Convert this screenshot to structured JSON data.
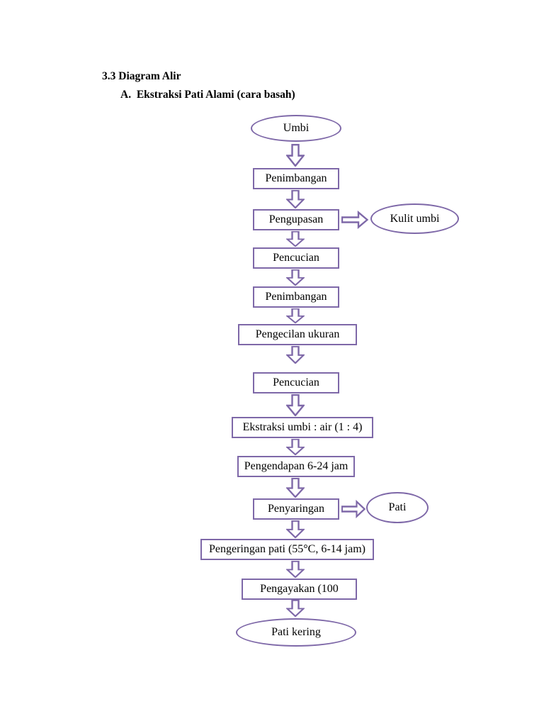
{
  "page": {
    "section_title": "3.3 Diagram Alir",
    "section_subtitle": "A.  Ekstraksi Pati Alami (cara basah)"
  },
  "colors": {
    "outline": "#7E68A8",
    "text": "#000000",
    "background": "#FFFFFF"
  },
  "flowchart": {
    "nodes": [
      {
        "id": "umbi",
        "shape": "ellipse",
        "label": "Umbi"
      },
      {
        "id": "penimbangan-1",
        "shape": "rect",
        "label": "Penimbangan"
      },
      {
        "id": "pengupasan",
        "shape": "rect",
        "label": "Pengupasan"
      },
      {
        "id": "kulit-umbi",
        "shape": "ellipse",
        "label": "Kulit umbi"
      },
      {
        "id": "pencucian-1",
        "shape": "rect",
        "label": "Pencucian"
      },
      {
        "id": "penimbangan-2",
        "shape": "rect",
        "label": "Penimbangan"
      },
      {
        "id": "pengecilan-ukuran",
        "shape": "rect",
        "label": "Pengecilan ukuran"
      },
      {
        "id": "pencucian-2",
        "shape": "rect",
        "label": "Pencucian"
      },
      {
        "id": "ekstraksi",
        "shape": "rect",
        "label": "Ekstraksi umbi : air (1 : 4)"
      },
      {
        "id": "pengendapan",
        "shape": "rect",
        "label": "Pengendapan 6-24 jam"
      },
      {
        "id": "penyaringan",
        "shape": "rect",
        "label": "Penyaringan"
      },
      {
        "id": "pati",
        "shape": "ellipse",
        "label": "Pati"
      },
      {
        "id": "pengeringan",
        "shape": "rect",
        "label": "Pengeringan pati (55°C, 6-14 jam)"
      },
      {
        "id": "pengayakan",
        "shape": "rect",
        "label": "Pengayakan (100"
      },
      {
        "id": "pati-kering",
        "shape": "ellipse",
        "label": "Pati kering"
      }
    ],
    "edges": [
      {
        "from": "umbi",
        "to": "penimbangan-1",
        "direction": "down"
      },
      {
        "from": "penimbangan-1",
        "to": "pengupasan",
        "direction": "down"
      },
      {
        "from": "pengupasan",
        "to": "kulit-umbi",
        "direction": "right"
      },
      {
        "from": "pengupasan",
        "to": "pencucian-1",
        "direction": "down"
      },
      {
        "from": "pencucian-1",
        "to": "penimbangan-2",
        "direction": "down"
      },
      {
        "from": "penimbangan-2",
        "to": "pengecilan-ukuran",
        "direction": "down"
      },
      {
        "from": "pengecilan-ukuran",
        "to": "pencucian-2",
        "direction": "down"
      },
      {
        "from": "pencucian-2",
        "to": "ekstraksi",
        "direction": "down"
      },
      {
        "from": "ekstraksi",
        "to": "pengendapan",
        "direction": "down"
      },
      {
        "from": "pengendapan",
        "to": "penyaringan",
        "direction": "down"
      },
      {
        "from": "penyaringan",
        "to": "pati",
        "direction": "right"
      },
      {
        "from": "penyaringan",
        "to": "pengeringan",
        "direction": "down"
      },
      {
        "from": "pengeringan",
        "to": "pengayakan",
        "direction": "down"
      },
      {
        "from": "pengayakan",
        "to": "pati-kering",
        "direction": "down"
      }
    ]
  }
}
